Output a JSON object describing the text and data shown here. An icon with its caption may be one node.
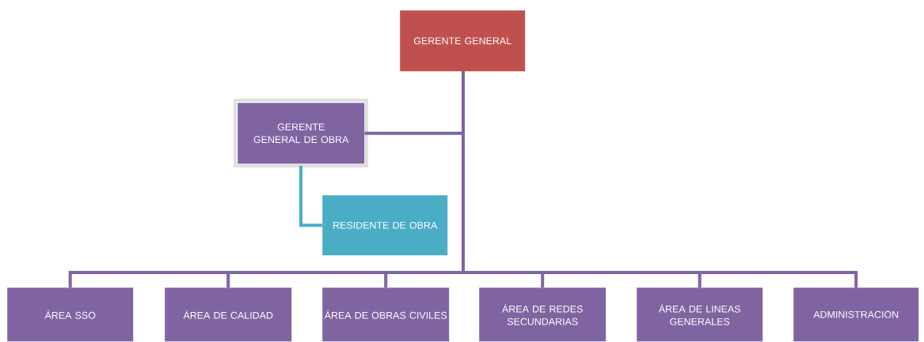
{
  "diagram": {
    "nodes": [
      {
        "text": [
          "GERENTE GENERAL"
        ]
      },
      {
        "text": [
          "GERENTE GENERAL DE OBRA"
        ]
      },
      {
        "text": [
          "RESIDENTE DE OBRA"
        ]
      },
      {
        "text": [
          "ÁREA SSO"
        ]
      },
      {
        "text": [
          "ÁREA DE CALIDAD"
        ]
      },
      {
        "text": [
          "ÁREA DE OBRAS CIVILES"
        ]
      },
      {
        "text": [
          "ÁREA DE REDES SECUNDARIAS"
        ]
      },
      {
        "text": [
          "ÁREA DE LINEAS GENERALES"
        ]
      },
      {
        "text": [
          "ADMINISTRACION"
        ]
      }
    ],
    "edges": [
      {
        "from": 0,
        "to": 1,
        "arrow": "none"
      },
      {
        "from": 1,
        "to": 2,
        "arrow": "none",
        "color": "#4bacc6"
      },
      {
        "from": 0,
        "to": 3,
        "arrow": "none"
      },
      {
        "from": 0,
        "to": 4,
        "arrow": "none"
      },
      {
        "from": 0,
        "to": 5,
        "arrow": "none"
      },
      {
        "from": 0,
        "to": 6,
        "arrow": "none"
      },
      {
        "from": 0,
        "to": 7,
        "arrow": "none"
      },
      {
        "from": 0,
        "to": 8,
        "arrow": "none"
      }
    ]
  }
}
